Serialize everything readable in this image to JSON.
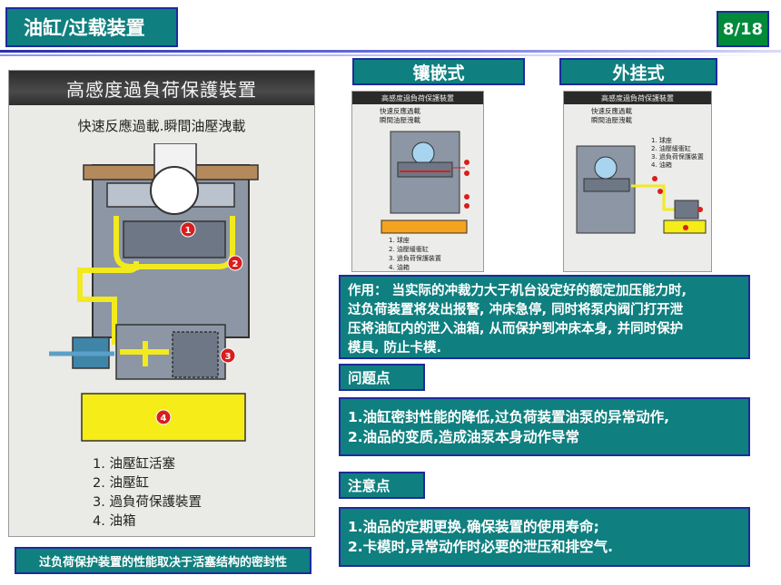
{
  "header": {
    "title": "油缸/过载装置",
    "page": "8/18"
  },
  "labels": {
    "embedded": "镶嵌式",
    "external": "外挂式"
  },
  "main_diagram": {
    "title": "高感度過負荷保護裝置",
    "subtitle": "快速反應過載.瞬間油壓洩載",
    "markers": [
      "1",
      "2",
      "3",
      "4"
    ],
    "legend": [
      "1. 油壓缸活塞",
      "2. 油壓缸",
      "3. 過負荷保護裝置",
      "4. 油箱"
    ]
  },
  "small_diagram_1": {
    "title": "高感度過負荷保護裝置",
    "subtitle": [
      "快速反應過載",
      "瞬間油壓洩載"
    ],
    "markers": [
      "1",
      "2",
      "3",
      "4"
    ],
    "legend": [
      "1. 球座",
      "2. 油壓緩衝缸",
      "3. 過負荷保護裝置",
      "4. 油箱"
    ]
  },
  "small_diagram_2": {
    "title": "高感度過負荷保護裝置",
    "subtitle": [
      "快速反應過載",
      "瞬間油壓洩載"
    ],
    "markers": [
      "1",
      "2",
      "3",
      "4"
    ],
    "legend": [
      "1. 球座",
      "2. 油壓緩衝缸",
      "3. 過負荷保護裝置",
      "4. 油箱"
    ]
  },
  "role": {
    "line1": "作用：  当实际的冲裁力大于机台设定好的额定加压能力时,",
    "line2": "过负荷装置将发出报警, 冲床急停, 同时将泵内阀门打开泄",
    "line3": "压将油缸内的泄入油箱, 从而保护到冲床本身, 并同时保护",
    "line4": "模具, 防止卡模."
  },
  "problems": {
    "label": "问题点",
    "line1": "1.油缸密封性能的降低,过负荷装置油泵的异常动作,",
    "line2": "2.油品的变质,造成油泵本身动作导常"
  },
  "notes": {
    "label": "注意点",
    "line1": "1.油品的定期更换,确保装置的使用寿命;",
    "line2": "2.卡模时,异常动作时必要的泄压和排空气."
  },
  "caption": "过负荷保护装置的性能取决于活塞结构的密封性",
  "colors": {
    "teal": "#0f7f7f",
    "border": "#1e2a9c",
    "oil": "#f2ea1e",
    "tank": "#f5ec18",
    "marker": "#d81e1e"
  }
}
